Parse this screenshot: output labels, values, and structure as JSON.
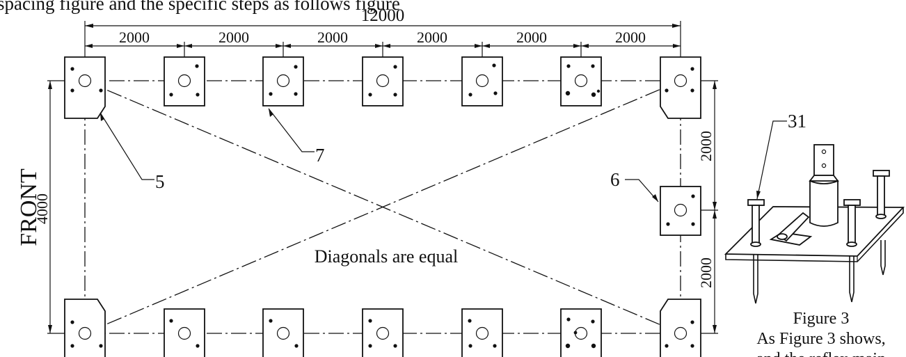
{
  "header_text": "spacing figure and the specific steps as follows figure",
  "dimensions": {
    "total_length": "12000",
    "bay_labels": [
      "2000",
      "2000",
      "2000",
      "2000",
      "2000",
      "2000"
    ],
    "width": "4000",
    "side_upper": "2000",
    "side_lower": "2000"
  },
  "labels": {
    "front": "FRONT",
    "callout_5": "5",
    "callout_6": "6",
    "callout_7": "7",
    "callout_31": "31",
    "note": "Diagonals are equal"
  },
  "figure3": {
    "caption": "Figure 3",
    "caption_line2": "As Figure 3 shows,",
    "caption_line3": "and the reflex main"
  }
}
